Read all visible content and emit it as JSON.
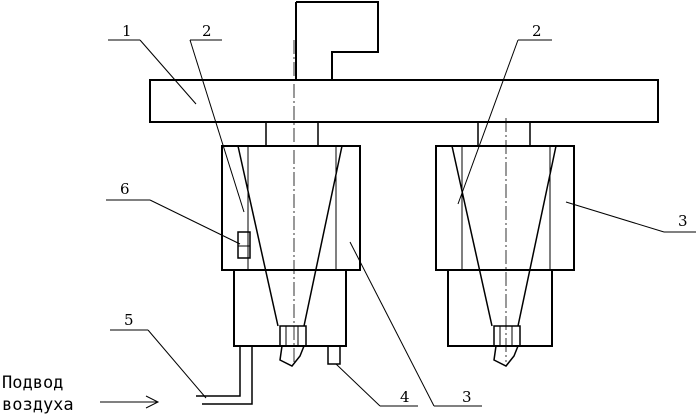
{
  "labels": {
    "l1": "1",
    "l2a": "2",
    "l2b": "2",
    "l3a": "3",
    "l3b": "3",
    "l4": "4",
    "l5": "5",
    "l6": "6"
  },
  "air_supply": {
    "line1": "Подвод",
    "line2": "воздуха"
  }
}
